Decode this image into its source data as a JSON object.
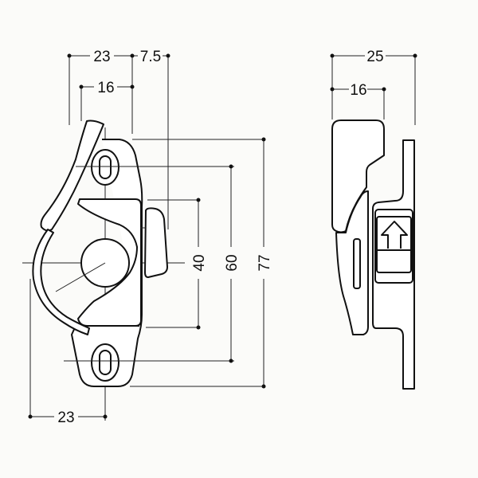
{
  "front_view": {
    "dims": {
      "top_width": "23",
      "lever_offset": "7.5",
      "handle_offset": "16",
      "cam_height": "40",
      "hole_pitch": "60",
      "total_height": "77",
      "radius": "23"
    }
  },
  "side_view": {
    "dims": {
      "total_depth": "25",
      "handle_depth": "16"
    },
    "arrow_icon": "up-arrow"
  }
}
